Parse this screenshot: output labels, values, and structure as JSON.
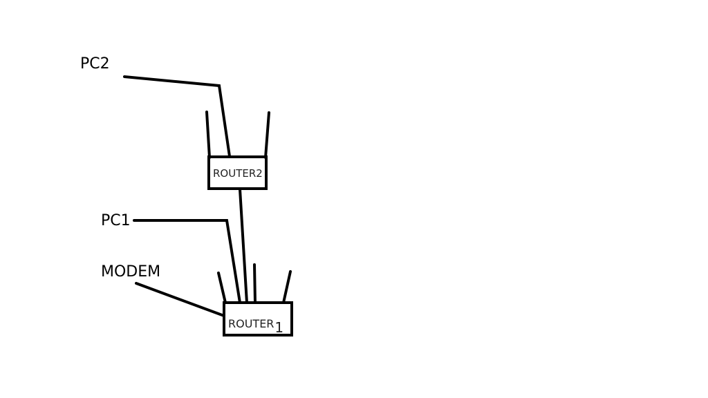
{
  "labels": {
    "pc2": "PC2",
    "pc1": "PC1",
    "modem": "MODEM",
    "router2": "ROUTER2",
    "router1_main": "ROUTER",
    "router1_sub": "1"
  },
  "colors": {
    "line": "#000000",
    "background": "#ffffff"
  }
}
